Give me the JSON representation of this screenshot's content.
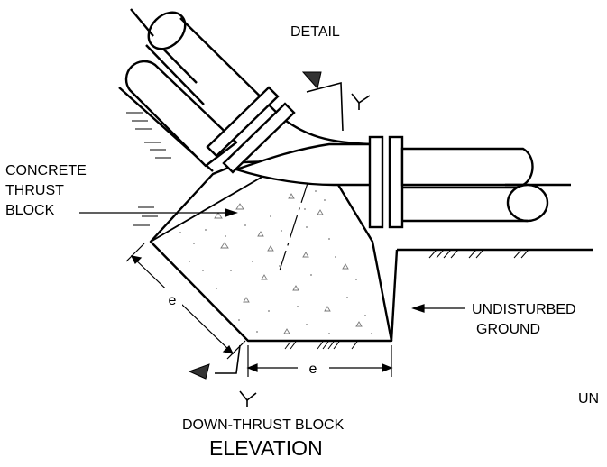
{
  "labels": {
    "detail": "DETAIL",
    "concrete_1": "CONCRETE",
    "concrete_2": "THRUST",
    "concrete_3": "BLOCK",
    "undisturbed_1": "UNDISTURBED",
    "undisturbed_2": "GROUND",
    "undisturbed_cut": "UN",
    "dim_e_slant": "e",
    "dim_e_bottom": "e",
    "subtitle": "DOWN-THRUST BLOCK",
    "title": "ELEVATION"
  },
  "colors": {
    "ink": "#000000",
    "paper": "#ffffff",
    "stipple": "#7a7a7a"
  }
}
